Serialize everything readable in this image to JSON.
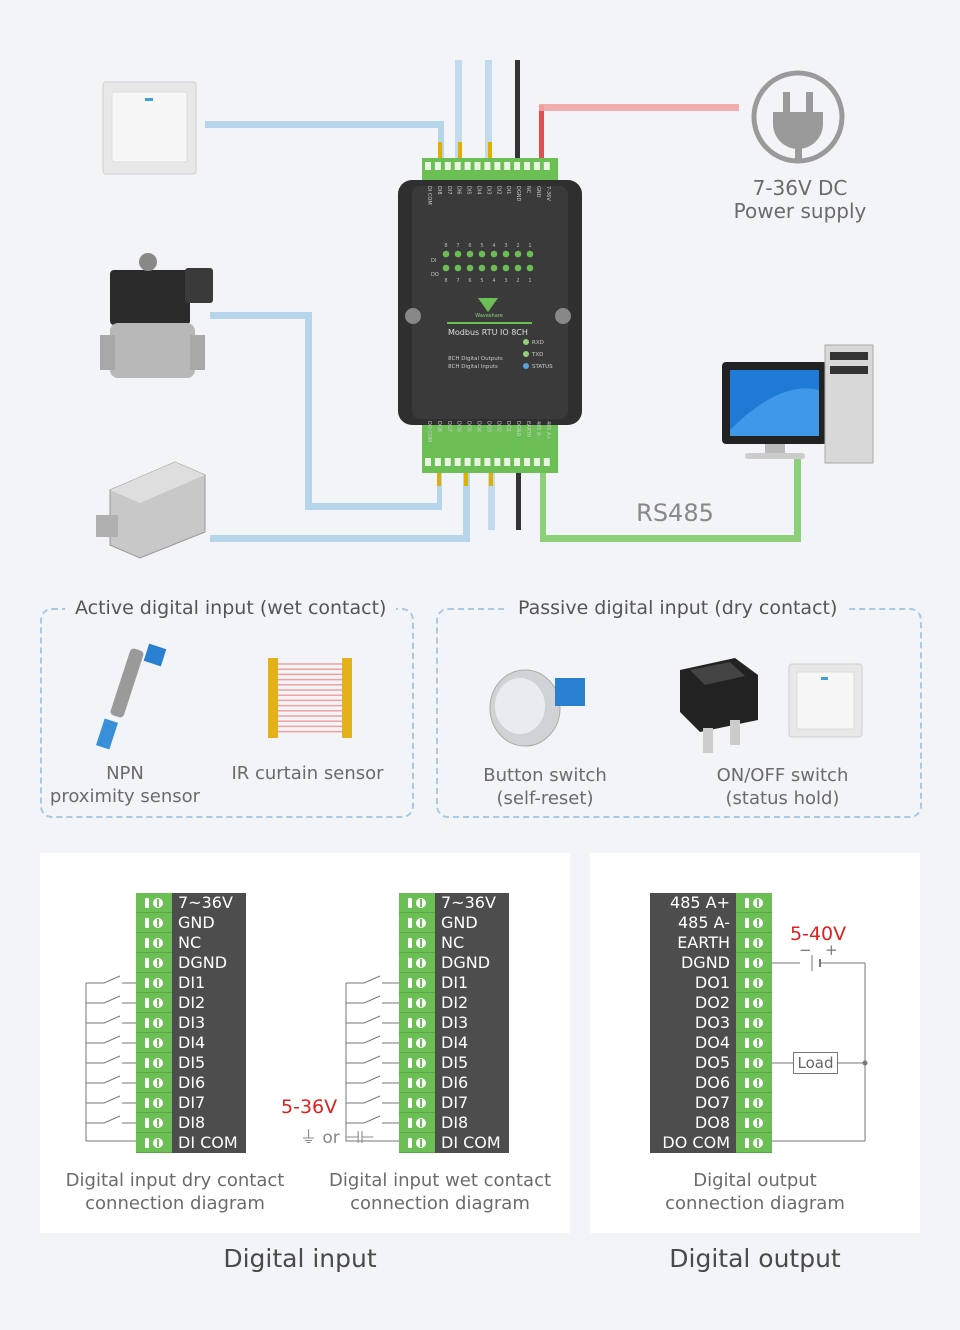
{
  "top": {
    "power_label_line1": "7-36V DC",
    "power_label_line2": "Power supply",
    "rs485_label": "RS485",
    "device": {
      "brand": "Waveshare",
      "model": "Modbus RTU IO 8CH",
      "line1": "8CH Digital Outputs",
      "line2": "8CH Digital Inputs",
      "led_rxd": "RXD",
      "led_txd": "TXD",
      "led_status": "STATUS",
      "di_label": "DI",
      "do_label": "DO",
      "led_numbers": [
        "8",
        "7",
        "6",
        "5",
        "4",
        "3",
        "2",
        "1"
      ],
      "top_terminals": [
        "DI COM",
        "DI8",
        "DI7",
        "DI6",
        "DI5",
        "DI4",
        "DI3",
        "DI2",
        "DI1",
        "DGND",
        "NC",
        "GND",
        "7-36V"
      ],
      "bottom_terminals": [
        "DO COM",
        "DO8",
        "DO7",
        "DO6",
        "DO5",
        "DO4",
        "DO3",
        "DO2",
        "DO1",
        "DGND",
        "EARTH",
        "485 B-",
        "485 A+"
      ]
    }
  },
  "groups": {
    "active": {
      "title": "Active digital input (wet contact)",
      "items": [
        {
          "line1": "NPN",
          "line2": "proximity sensor"
        },
        {
          "line1": "IR curtain sensor",
          "line2": ""
        }
      ]
    },
    "passive": {
      "title": "Passive digital input (dry contact)",
      "items": [
        {
          "line1": "Button switch",
          "line2": "(self-reset)"
        },
        {
          "line1": "ON/OFF switch",
          "line2": "(status hold)"
        }
      ]
    }
  },
  "diagrams": {
    "input_terminals": [
      "7~36V",
      "GND",
      "NC",
      "DGND",
      "DI1",
      "DI2",
      "DI3",
      "DI4",
      "DI5",
      "DI6",
      "DI7",
      "DI8",
      "DI COM"
    ],
    "output_terminals": [
      "485 A+",
      "485 A-",
      "EARTH",
      "DGND",
      "DO1",
      "DO2",
      "DO3",
      "DO4",
      "DO5",
      "DO6",
      "DO7",
      "DO8",
      "DO COM"
    ],
    "dry_caption_line1": "Digital input dry contact",
    "dry_caption_line2": "connection diagram",
    "wet_caption_line1": "Digital input wet contact",
    "wet_caption_line2": "connection diagram",
    "wet_voltage": "5-36V",
    "wet_or": "or",
    "out_caption_line1": "Digital output",
    "out_caption_line2": "connection diagram",
    "out_voltage": "5-40V",
    "out_load": "Load",
    "out_minus": "−",
    "out_plus": "+"
  },
  "footer": {
    "input_title": "Digital input",
    "output_title": "Digital output"
  },
  "colors": {
    "wire_blue": "#b6d4ea",
    "wire_green": "#8ecf7a",
    "wire_red": "#f2a6a6",
    "terminal_green": "#6cbf55",
    "accent_red": "#e02020"
  }
}
